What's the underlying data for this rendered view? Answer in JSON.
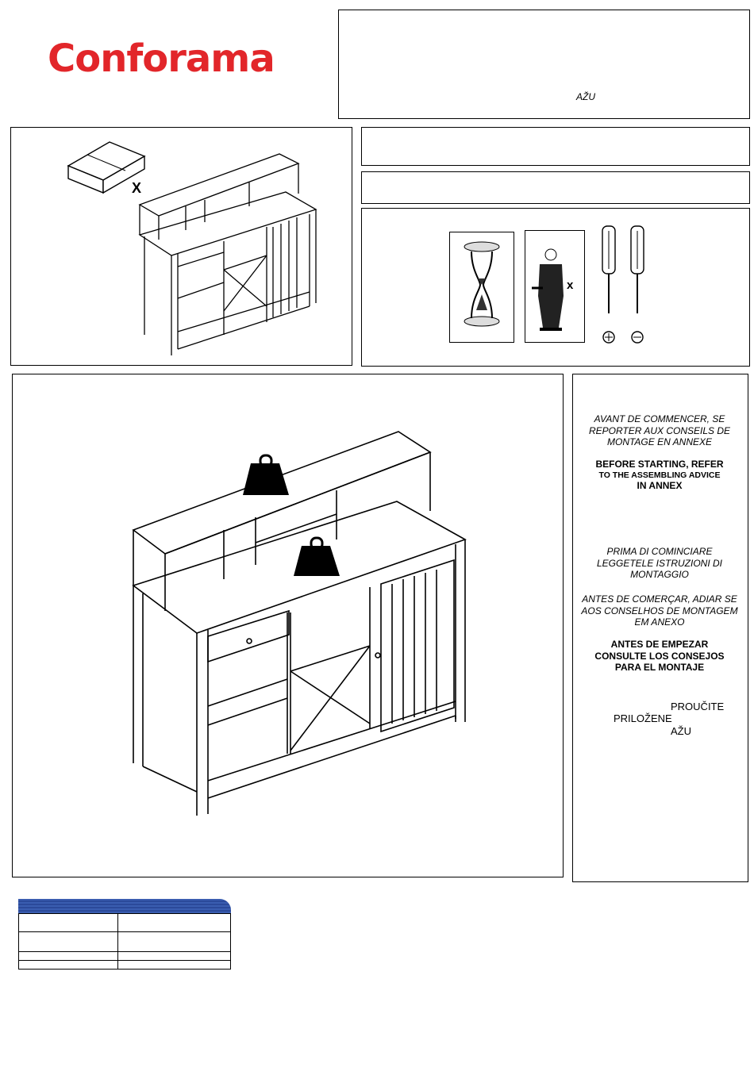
{
  "brand": {
    "name": "Conforama",
    "color": "#e2262a"
  },
  "header_box": {
    "text": "AŽU"
  },
  "advice": {
    "fr": "AVANT DE COMMENCER, SE REPORTER AUX CONSEILS DE MONTAGE  EN ANNEXE",
    "en_line1": "BEFORE STARTING, REFER",
    "en_line2": "TO THE ASSEMBLING ADVICE",
    "en_line3": "IN ANNEX",
    "it": "PRIMA DI COMINCIARE LEGGETELE ISTRUZIONI DI MONTAGGIO",
    "pt": "ANTES DE COMERÇAR, ADIAR SE AOS CONSELHOS DE MONTAGEM EM ANEXO",
    "es": "ANTES DE EMPEZAR CONSULTE LOS CONSEJOS PARA EL MONTAJE",
    "hr_line1": "PROUČITE",
    "hr_line2": "PRILOŽENE",
    "hr_line3": "AŽU"
  },
  "package_marker": "X",
  "person_marker": "x",
  "icons": {
    "package": "package-box-icon",
    "hourglass": "hourglass-icon",
    "person": "person-assembler-icon",
    "screwdriver_phillips": "phillips-screwdriver-icon",
    "screwdriver_flat": "flat-screwdriver-icon",
    "weight": "weight-icon"
  },
  "legend_colors": {
    "bar": "#2b4a9a"
  }
}
